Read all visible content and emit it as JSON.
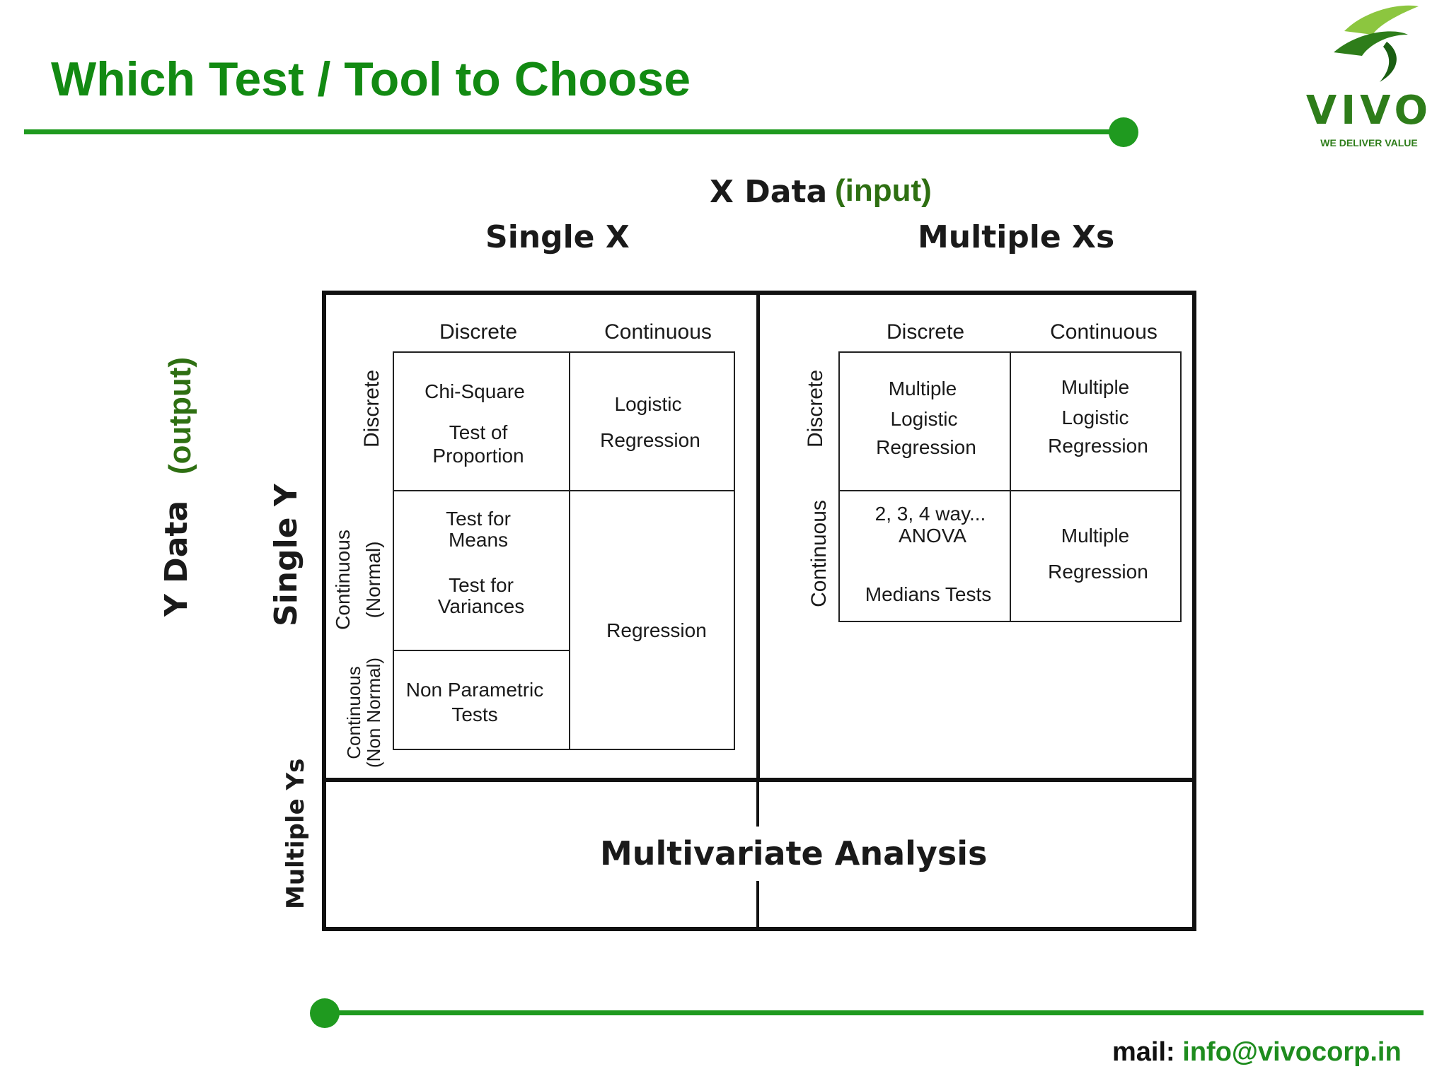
{
  "title": "Which Test / Tool to Choose",
  "logo": {
    "brand": "VIVO",
    "tagline": "WE DELIVER VALUE"
  },
  "x_axis": {
    "label": "X Data",
    "sublabel": "(input)",
    "single": "Single X",
    "multiple": "Multiple Xs"
  },
  "y_axis": {
    "label": "Y Data",
    "sublabel": "(output)",
    "single": "Single Y",
    "multiple": "Multiple Ys"
  },
  "single_x": {
    "col_discrete": "Discrete",
    "col_continuous": "Continuous",
    "row_discrete": "Discrete",
    "row_cont_normal_1": "Continuous",
    "row_cont_normal_2": "(Normal)",
    "row_cont_nonnormal_1": "Continuous",
    "row_cont_nonnormal_2": "(Non Normal)",
    "chi_square": "Chi-Square",
    "test_of": "Test of",
    "proportion": "Proportion",
    "logistic": "Logistic",
    "regression_1": "Regression",
    "test_for_1": "Test for",
    "means": "Means",
    "test_for_2": "Test for",
    "variances": "Variances",
    "regression_2": "Regression",
    "non_parametric": "Non Parametric",
    "tests": "Tests"
  },
  "multiple_x": {
    "col_discrete": "Discrete",
    "col_continuous": "Continuous",
    "row_discrete": "Discrete",
    "row_continuous": "Continuous",
    "mlr1_a": "Multiple",
    "mlr1_b": "Logistic",
    "mlr1_c": "Regression",
    "mlr2_a": "Multiple",
    "mlr2_b": "Logistic",
    "mlr2_c": "Regression",
    "anova_a": "2, 3, 4 way...",
    "anova_b": "ANOVA",
    "medians": "Medians Tests",
    "mr_a": "Multiple",
    "mr_b": "Regression"
  },
  "multivariate": "Multivariate Analysis",
  "footer": {
    "mail_label": "mail:",
    "email": "info@vivocorp.in"
  },
  "colors": {
    "green": "#1f9a1f",
    "title_green": "#128a12",
    "label_green": "#2e6f12"
  }
}
